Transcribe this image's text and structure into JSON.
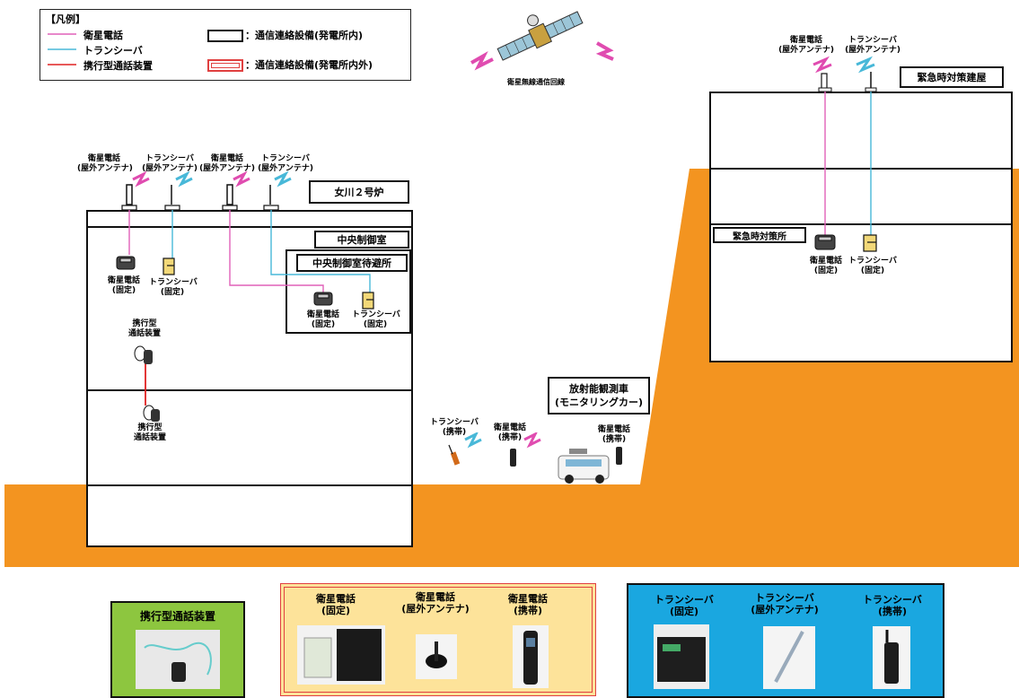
{
  "legend": {
    "title": "【凡例】",
    "line_items": [
      {
        "label": "衛星電話",
        "color": "#e061b8"
      },
      {
        "label": "トランシーバ",
        "color": "#48b8d8"
      },
      {
        "label": "携行型通話装置",
        "color": "#e02020"
      }
    ],
    "box_items": [
      {
        "label": "：通信連絡設備(発電所内)"
      },
      {
        "label": "：通信連絡設備(発電所内外)"
      }
    ]
  },
  "satellite_caption": "衛星無線通信回線",
  "onagawa": {
    "title": "女川２号炉",
    "central_control_room": "中央制御室",
    "central_control_shelter": "中央制御室待避所",
    "antennas": [
      {
        "name": "衛星電話",
        "sub": "(屋外アンテナ)"
      },
      {
        "name": "トランシーバ",
        "sub": "(屋外アンテナ)"
      },
      {
        "name": "衛星電話",
        "sub": "(屋外アンテナ)"
      },
      {
        "name": "トランシーバ",
        "sub": "(屋外アンテナ)"
      }
    ],
    "devices": [
      {
        "name": "衛星電話",
        "sub": "(固定)"
      },
      {
        "name": "トランシーバ",
        "sub": "(固定)"
      },
      {
        "name": "衛星電話",
        "sub": "(固定)"
      },
      {
        "name": "トランシーバ",
        "sub": "(固定)"
      }
    ],
    "portable_top": {
      "line1": "携行型",
      "line2": "通話装置"
    },
    "portable_bottom": {
      "line1": "携行型",
      "line2": "通話装置"
    }
  },
  "emergency_building": {
    "title": "緊急時対策建屋",
    "room": "緊急時対策所",
    "antennas": [
      {
        "name": "衛星電話",
        "sub": "(屋外アンテナ)"
      },
      {
        "name": "トランシーバ",
        "sub": "(屋外アンテナ)"
      }
    ],
    "devices": [
      {
        "name": "衛星電話",
        "sub": "(固定)"
      },
      {
        "name": "トランシーバ",
        "sub": "(固定)"
      }
    ]
  },
  "field": {
    "transceiver_portable": {
      "name": "トランシーバ",
      "sub": "(携帯)"
    },
    "satphone_portable_1": {
      "name": "衛星電話",
      "sub": "(携帯)"
    },
    "satphone_portable_2": {
      "name": "衛星電話",
      "sub": "(携帯)"
    },
    "monitoring_car": {
      "line1": "放射能観測車",
      "line2": "(モニタリングカー)"
    }
  },
  "bottom_panels": {
    "portable_comm": {
      "title": "携行型通話装置",
      "bg": "#8dc63f"
    },
    "satphone": {
      "bg": "#fde39a",
      "items": [
        {
          "name": "衛星電話",
          "sub": "(固定)"
        },
        {
          "name": "衛星電話",
          "sub": "(屋外アンテナ)"
        },
        {
          "name": "衛星電話",
          "sub": "(携帯)"
        }
      ]
    },
    "transceiver": {
      "bg": "#1aa7e0",
      "items": [
        {
          "name": "トランシーバ",
          "sub": "(固定)"
        },
        {
          "name": "トランシーバ",
          "sub": "(屋外アンテナ)"
        },
        {
          "name": "トランシーバ",
          "sub": "(携帯)"
        }
      ]
    }
  },
  "colors": {
    "ground": "#f39420",
    "satphone_line": "#e061b8",
    "transceiver_line": "#48b8d8",
    "portable_line": "#e02020"
  }
}
